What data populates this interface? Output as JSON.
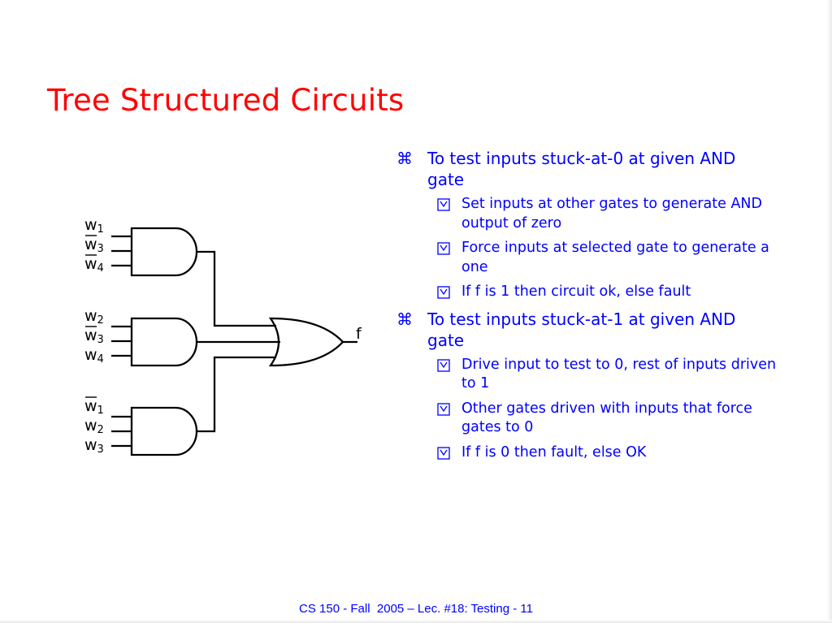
{
  "slide": {
    "title": "Tree Structured Circuits",
    "footer": "CS 150 - Fall  2005 – Lec. #18: Testing - 11"
  },
  "diagram": {
    "output_label": "f",
    "gate1_inputs": [
      {
        "letter": "w",
        "sub": "1"
      },
      {
        "letter": "w",
        "sub": "3"
      },
      {
        "letter": "w",
        "sub": "4"
      }
    ],
    "gate2_inputs": [
      {
        "letter": "w",
        "sub": "2"
      },
      {
        "letter": "w",
        "sub": "3"
      },
      {
        "letter": "w",
        "sub": "4"
      }
    ],
    "gate3_inputs": [
      {
        "letter": "w",
        "sub": "1"
      },
      {
        "letter": "w",
        "sub": "2"
      },
      {
        "letter": "w",
        "sub": "3"
      }
    ]
  },
  "bullets": [
    {
      "text": "To test inputs stuck-at-0 at given AND gate",
      "subs": [
        "Set inputs at other gates to generate AND output of zero",
        "Force inputs at selected gate to generate a one",
        "If f is 1 then circuit ok, else fault"
      ]
    },
    {
      "text": "To test inputs stuck-at-1 at given AND gate",
      "subs": [
        "Drive input to test to 0, rest of inputs driven to 1",
        "Other gates driven with inputs that force gates to 0",
        "If f is 0 then fault, else OK"
      ]
    }
  ],
  "icons": {
    "level1_bullet": "command-key-icon",
    "level2_bullet": "checkbox-icon"
  }
}
